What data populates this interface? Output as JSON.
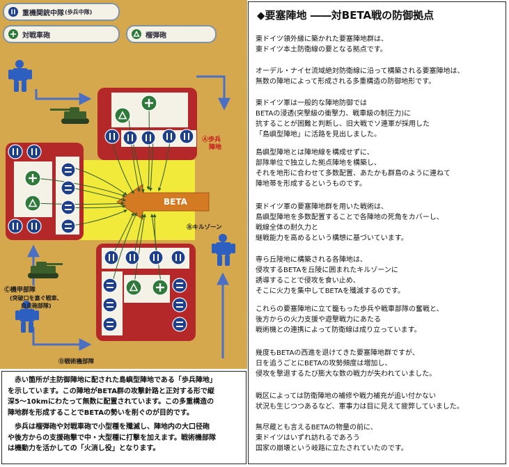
{
  "legend": {
    "heavy_units": "重機関銃中隊",
    "heavy_units_note": "(歩兵中隊)",
    "anti_tank": "対戦車砲",
    "mortar": "榴弾砲"
  },
  "diagram": {
    "label_a": "Ⓐ歩兵",
    "label_a2": "陣地",
    "label_b": "Ⓑキルゾーン",
    "beta": "BETA",
    "label_c": "Ⓒ機甲部隊",
    "label_c_note1": "(突破口を塞ぐ戦車、",
    "label_c_note2": "自走砲部隊)",
    "label_d": "Ⓓ戦術機部隊"
  },
  "colors": {
    "panel_bg": "#d6a84e",
    "fort_red": "#b5282a",
    "unit_blue": "#1e3f8a",
    "unit_green": "#2f7a3a",
    "killzone": "#f2ea3a",
    "arrow_orange": "#d47a22",
    "flow_blue": "#4a6fc4"
  },
  "article": {
    "title": "◆要塞陣地 ――対BETA戦の防御拠点",
    "paragraphs": [
      [
        "東ドイツ領外縁に築かれた要塞陣地群は、",
        "東ドイツ本土防衛線の要となる拠点です。"
      ],
      [
        "オーデル・ナイセ流域絶対防衛線に沿って構築される要塞陣地は、",
        "無数の陣地によって形成される多重構造の防御地形です。"
      ],
      [
        "東ドイツ軍は一般的な陣地防御では",
        "BETAの浸透(突撃級の衝撃力、戦車級の制圧力)に",
        "抗することが困難と判断し、旧大戦でソ連軍が採用した",
        "「島嶼型陣地」に活路を見出しました。"
      ],
      [
        "島嶼型陣地とは陣地線を構成せずに、",
        "部隊単位で独立した拠点陣地を構築し、",
        "それを地形に合わせて多数配置、あたかも群島のように連ねて",
        "陣地帯を形成するというものです。"
      ],
      [
        "東ドイツ軍の要塞陣地群を用いた戦術は、",
        "島嶼型陣地を多数配置することで各陣地の死角をカバーし、",
        "戦線全体の耐久力と",
        "継戦能力を高めるという構想に基づいています。"
      ],
      [
        "専ら丘陵地に構築される各陣地は、",
        "侵攻するBETAを丘陵に囲まれたキルゾーンに",
        "誘導することで侵攻を食い止め、",
        "そこに火力を集中してBETAを殲滅するのです。"
      ],
      [
        "これらの要塞陣地に立て籠もった歩兵や戦車部隊の奮戦と、",
        "後方からの火力支援や遊撃戦力にあたる",
        "戦術機との連携によって防衛線は成り立っています。"
      ],
      [
        "幾度もBETAの西進を退けてきた要塞陣地群ですが、",
        "日を追うごとにBETAの攻勢頻度は増加し、",
        "侵攻を撃退するたび膨大な数の戦力が失われていました。"
      ],
      [
        "戦区によっては防衛陣地の補修や戦力補充が追い付かない",
        "状況も生じつつあるなど、軍事力は目に見えて疲弊していました。"
      ],
      [
        "無尽蔵とも言えるBETAの物量の前に、",
        "東ドイツはいずれ訪れるであろう",
        "国家の崩壊という岐路に立たされていたのです。"
      ]
    ]
  },
  "caption": {
    "para1": [
      "赤い箇所が主防御陣地に配された島嶼型陣地である「歩兵陣地」",
      "を示しています。この陣地がBETA群の攻撃針路と正対する形で縦",
      "深5～10kmにわたって無数に配置されています。この多重構造の",
      "陣地群を形成することでBETAの勢いを削ぐのが目的です。"
    ],
    "para2": [
      "歩兵は榴弾砲や対戦車砲で小型種を殲滅し、陣地内の大口径砲",
      "や後方からの支援砲撃で中・大型種に打撃を加えます。戦術機部隊",
      "は機動力を活かしての「火消し役」となります。"
    ]
  }
}
